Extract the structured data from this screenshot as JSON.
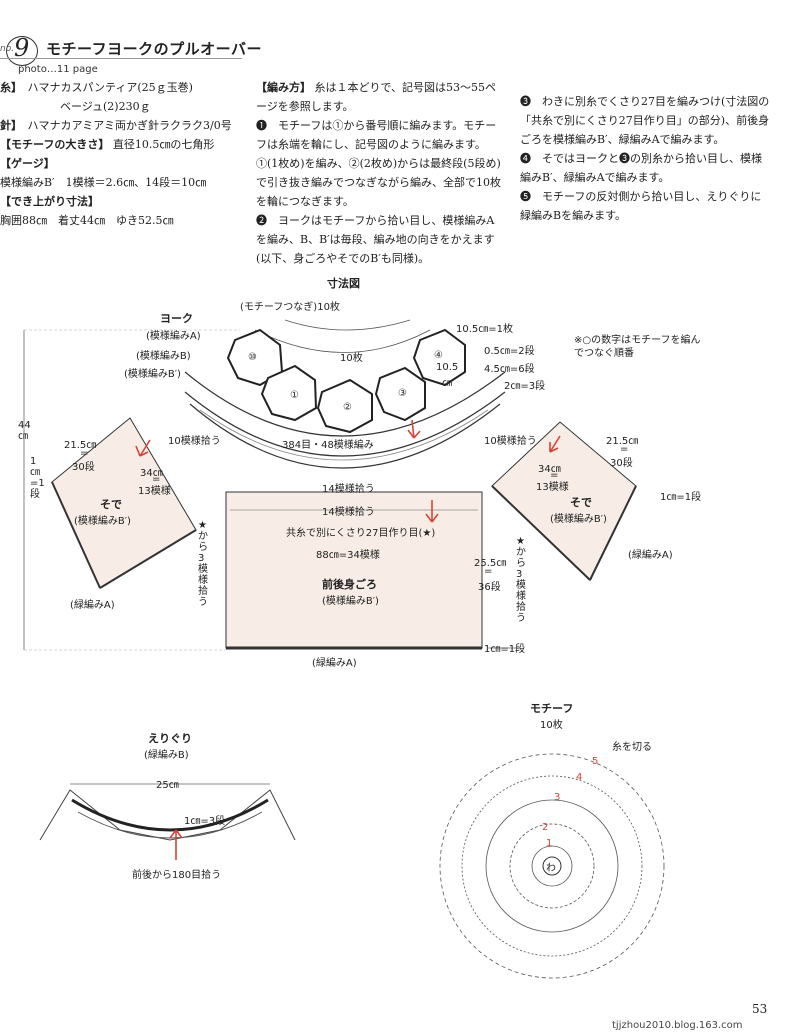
{
  "header": {
    "no_prefix": "no.",
    "number": "9",
    "title": "モチーフヨークのプルオーバー",
    "photo_ref": "photo…11 page"
  },
  "materials": {
    "yarn_label": "糸】",
    "yarn_line1": "ハマナカスパンティア(25ｇ玉巻)",
    "yarn_line2": "ベージュ(2)230ｇ",
    "needle_label": "針】",
    "needle_value": "ハマナカアミアミ両かぎ針ラクラク3/0号",
    "motif_size_label": "【モチーフの大きさ】",
    "motif_size_value": "直径10.5㎝の七角形",
    "gauge_label": "【ゲージ】",
    "gauge_value": "模様編みB′　1模様＝2.6㎝、14段＝10㎝",
    "finished_label": "【でき上がり寸法】",
    "finished_value": "胸囲88㎝　着丈44㎝　ゆき52.5㎝"
  },
  "instructions": {
    "heading": "【編み方】",
    "intro": "糸は１本どりで、記号図は53～55ページを参照します。",
    "step1": "❶　モチーフは①から番号順に編みます。モチーフは糸端を輪にし、記号図のように編みます。①(1枚め)を編み、②(2枚め)からは最終段(5段め)で引き抜き編みでつなぎながら編み、全部で10枚を輪につなぎます。",
    "step2": "❷　ヨークはモチーフから拾い目し、模様編みAを編み、B、B′は毎段、編み地の向きをかえます(以下、身ごろやそでのB′も同様)。",
    "step3": "❸　わきに別糸でくさり27目を編みつけ(寸法図の「共糸で別にくさり27目作り目」の部分)、前後身ごろを模様編みB′、緑編みAで編みます。",
    "step4": "❹　そではヨークと❸の別糸から拾い目し、模様編みB′、緑編みAで編みます。",
    "step5": "❺　モチーフの反対側から拾い目し、えりぐりに緑編みBを編みます。"
  },
  "diagram": {
    "title": "寸法図",
    "yoke_label": "ヨーク",
    "yoke_sub": "(模様編みA)",
    "patB": "(模様編みB)",
    "patB2": "(模様編みB′)",
    "motif_join": "(モチーフつなぎ)10枚",
    "ten_pieces": "10枚",
    "m1": "①",
    "m2": "②",
    "m3": "③",
    "m4": "④",
    "m10": "⑩",
    "d105": "10.5",
    "d105unit": "㎝",
    "r1": "10.5㎝=1枚",
    "r2": "0.5㎝=2段",
    "r3": "4.5㎝=6段",
    "r4": "2㎝=3段",
    "note": "※○の数字はモチーフを編んでつなぐ順番",
    "d384": "384目・48模様編み",
    "pick10": "10模様拾う",
    "pick10r": "10模様拾う",
    "height44": "44㎝",
    "sleeve_w": "21.5㎝",
    "sleeve_eq": "=",
    "sleeve_rows": "30段",
    "sleeve_w_r": "21.5㎝",
    "sleeve_eq_r": "=",
    "sleeve_rows_r": "30段",
    "one_cm": "1㎝=1段",
    "one_cm_r": "1㎝=1段",
    "c34": "34㎝",
    "c34eq": "=",
    "c13": "13模様",
    "c34r": "34㎝",
    "c34eq_r": "=",
    "c13r": "13模様",
    "sleeve_name": "そで",
    "sleeve_pat": "(模様編みB′)",
    "sleeve_name_r": "そで",
    "sleeve_pat_r": "(模様編みB′)",
    "edgeA_l": "(緑編みA)",
    "edgeA_r": "(緑編みA)",
    "edgeA_b": "(緑編みA)",
    "star_pick_l": "★から3模様拾う",
    "star_pick_r": "★から3模様拾う",
    "p14a": "14模様拾う",
    "p14b": "14模様拾う",
    "chain27": "共糸で別にくさり27目作り目(★)",
    "w88": "88㎝=34模様",
    "h255": "25.5㎝",
    "h255eq": "=",
    "h36": "36段",
    "body_name": "前後身ごろ",
    "body_pat": "(模様編みB′)",
    "body_edge": "1㎝=1段"
  },
  "neck": {
    "title": "えりぐり",
    "sub": "(緑編みB)",
    "width": "25㎝",
    "rows": "1㎝=3段",
    "pick": "前後から180目拾う"
  },
  "motif": {
    "title": "モチーフ",
    "count": "10枚",
    "cut": "糸を切る",
    "center": "わ",
    "n1": "1",
    "n2": "2",
    "n3": "3",
    "n4": "4",
    "n5": "5"
  },
  "footer": {
    "page": "53",
    "blog": "tjjzhou2010.blog.163.com"
  },
  "colors": {
    "accent_red": "#d8433a",
    "sleeve_fill": "#f7ede6",
    "line": "#333333"
  }
}
